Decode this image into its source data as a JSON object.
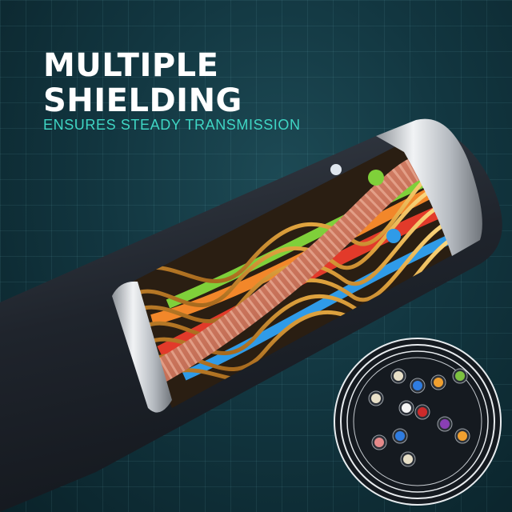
{
  "headline": {
    "line1": "MULTIPLE",
    "line2": "SHIELDING"
  },
  "tagline": "ENSURES STEADY TRANSMISSION",
  "colors": {
    "background": "#123640",
    "headline": "#ffffff",
    "tagline": "#3fd6c4",
    "jacket": "#232830",
    "foil": "#c9cdd2",
    "gold_wire": "#e2a640",
    "copper_wire": "#c9735a"
  },
  "cross_section_wires": [
    {
      "color": "#e8e0c8"
    },
    {
      "color": "#2f7ce0"
    },
    {
      "color": "#f0a030"
    },
    {
      "color": "#7dc241"
    },
    {
      "color": "#e8e0c8"
    },
    {
      "color": "#cc2b2b"
    },
    {
      "color": "#f5f5f5"
    },
    {
      "color": "#8a3fb5"
    },
    {
      "color": "#2f7ce0"
    },
    {
      "color": "#f0a030"
    },
    {
      "color": "#e58a8a"
    },
    {
      "color": "#e8e0c8"
    }
  ]
}
